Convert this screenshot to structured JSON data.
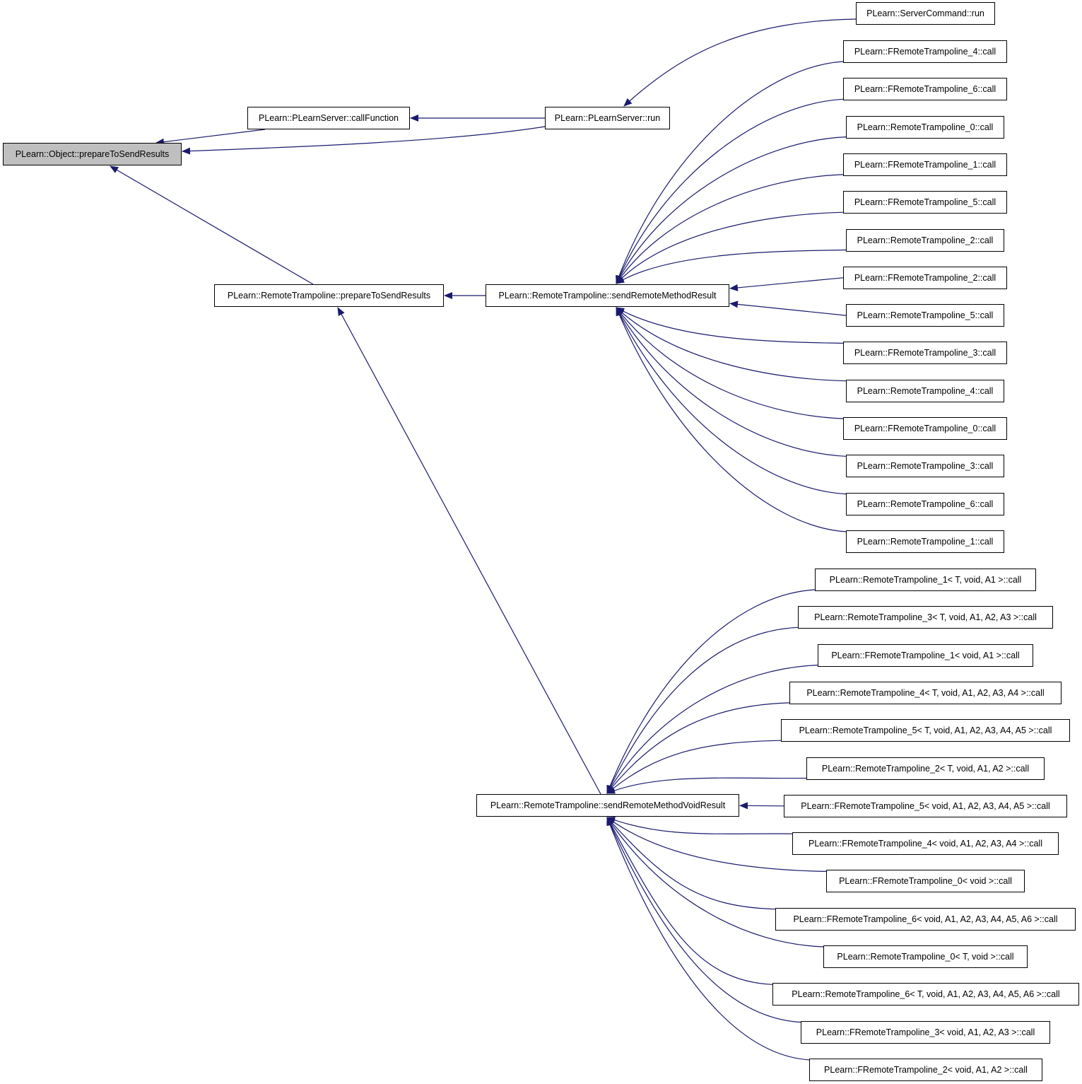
{
  "graph": {
    "edge_color": "#1a1a6e",
    "root_fill": "#bfbfbf",
    "nodes": {
      "root": "PLearn::Object::prepareToSendResults",
      "callFunction": "PLearn::PLearnServer::callFunction",
      "serverRun": "PLearn::PLearnServer::run",
      "serverCommandRun": "PLearn::ServerCommand::run",
      "rtPrepare": "PLearn::RemoteTrampoline::prepareToSendResults",
      "sendResult": "PLearn::RemoteTrampoline::sendRemoteMethodResult",
      "sendVoid": "PLearn::RemoteTrampoline::sendRemoteMethodVoidResult",
      "r1": "PLearn::FRemoteTrampoline_4::call",
      "r2": "PLearn::FRemoteTrampoline_6::call",
      "r3": "PLearn::RemoteTrampoline_0::call",
      "r4": "PLearn::FRemoteTrampoline_1::call",
      "r5": "PLearn::FRemoteTrampoline_5::call",
      "r6": "PLearn::RemoteTrampoline_2::call",
      "r7": "PLearn::FRemoteTrampoline_2::call",
      "r8": "PLearn::RemoteTrampoline_5::call",
      "r9": "PLearn::FRemoteTrampoline_3::call",
      "r10": "PLearn::RemoteTrampoline_4::call",
      "r11": "PLearn::FRemoteTrampoline_0::call",
      "r12": "PLearn::RemoteTrampoline_3::call",
      "r13": "PLearn::RemoteTrampoline_6::call",
      "r14": "PLearn::RemoteTrampoline_1::call",
      "v1": "PLearn::RemoteTrampoline_1< T, void, A1 >::call",
      "v2": "PLearn::RemoteTrampoline_3< T, void, A1, A2, A3 >::call",
      "v3": "PLearn::FRemoteTrampoline_1< void, A1 >::call",
      "v4": "PLearn::RemoteTrampoline_4< T, void, A1, A2, A3, A4 >::call",
      "v5": "PLearn::RemoteTrampoline_5< T, void, A1, A2, A3, A4, A5 >::call",
      "v6": "PLearn::RemoteTrampoline_2< T, void, A1, A2 >::call",
      "v7": "PLearn::FRemoteTrampoline_5< void, A1, A2, A3, A4, A5 >::call",
      "v8": "PLearn::FRemoteTrampoline_4< void, A1, A2, A3, A4 >::call",
      "v9": "PLearn::FRemoteTrampoline_0< void >::call",
      "v10": "PLearn::FRemoteTrampoline_6< void, A1, A2, A3, A4, A5, A6 >::call",
      "v11": "PLearn::RemoteTrampoline_0< T, void >::call",
      "v12": "PLearn::RemoteTrampoline_6< T, void, A1, A2, A3, A4, A5, A6 >::call",
      "v13": "PLearn::FRemoteTrampoline_3< void, A1, A2, A3 >::call",
      "v14": "PLearn::FRemoteTrampoline_2< void, A1, A2 >::call"
    },
    "edges": [
      [
        "callFunction",
        "root"
      ],
      [
        "serverRun",
        "root"
      ],
      [
        "rtPrepare",
        "root"
      ],
      [
        "serverRun",
        "callFunction"
      ],
      [
        "serverCommandRun",
        "serverRun"
      ],
      [
        "sendResult",
        "rtPrepare"
      ],
      [
        "sendVoid",
        "rtPrepare"
      ],
      [
        "r1",
        "sendResult"
      ],
      [
        "r2",
        "sendResult"
      ],
      [
        "r3",
        "sendResult"
      ],
      [
        "r4",
        "sendResult"
      ],
      [
        "r5",
        "sendResult"
      ],
      [
        "r6",
        "sendResult"
      ],
      [
        "r7",
        "sendResult"
      ],
      [
        "r8",
        "sendResult"
      ],
      [
        "r9",
        "sendResult"
      ],
      [
        "r10",
        "sendResult"
      ],
      [
        "r11",
        "sendResult"
      ],
      [
        "r12",
        "sendResult"
      ],
      [
        "r13",
        "sendResult"
      ],
      [
        "r14",
        "sendResult"
      ],
      [
        "v1",
        "sendVoid"
      ],
      [
        "v2",
        "sendVoid"
      ],
      [
        "v3",
        "sendVoid"
      ],
      [
        "v4",
        "sendVoid"
      ],
      [
        "v5",
        "sendVoid"
      ],
      [
        "v6",
        "sendVoid"
      ],
      [
        "v7",
        "sendVoid"
      ],
      [
        "v8",
        "sendVoid"
      ],
      [
        "v9",
        "sendVoid"
      ],
      [
        "v10",
        "sendVoid"
      ],
      [
        "v11",
        "sendVoid"
      ],
      [
        "v12",
        "sendVoid"
      ],
      [
        "v13",
        "sendVoid"
      ],
      [
        "v14",
        "sendVoid"
      ]
    ]
  }
}
